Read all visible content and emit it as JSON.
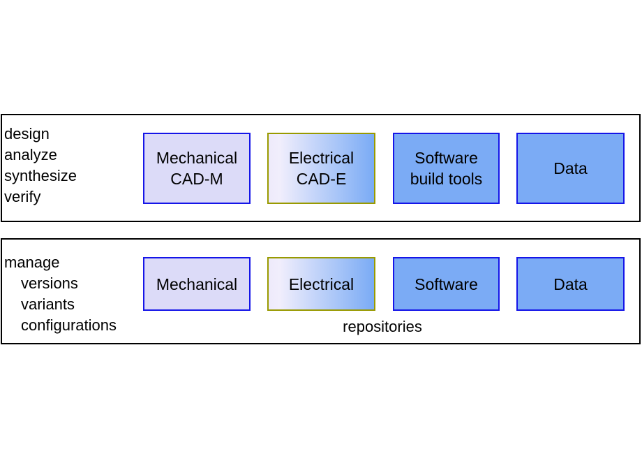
{
  "colors": {
    "background": "#ffffff",
    "text": "#000000",
    "panel_border": "#000000",
    "box_border_blue": "#1515e8",
    "box_border_olive": "#999a00",
    "fill_lavender": "#dcdbf8",
    "fill_blue": "#7babf5",
    "fill_gradient_start": "#eeeafb",
    "fill_gradient_end": "#7aabf5"
  },
  "top_panel": {
    "activities": [
      "design",
      "analyze",
      "synthesize",
      "verify"
    ],
    "boxes": [
      {
        "line1": "Mechanical",
        "line2": "CAD-M"
      },
      {
        "line1": "Electrical",
        "line2": "CAD-E"
      },
      {
        "line1": "Software",
        "line2": "build tools"
      },
      {
        "line1": "Data",
        "line2": ""
      }
    ]
  },
  "bottom_panel": {
    "activities": [
      "manage",
      "versions",
      "variants",
      "configurations"
    ],
    "boxes": [
      {
        "line1": "Mechanical"
      },
      {
        "line1": "Electrical"
      },
      {
        "line1": "Software"
      },
      {
        "line1": "Data"
      }
    ],
    "caption": "repositories"
  }
}
